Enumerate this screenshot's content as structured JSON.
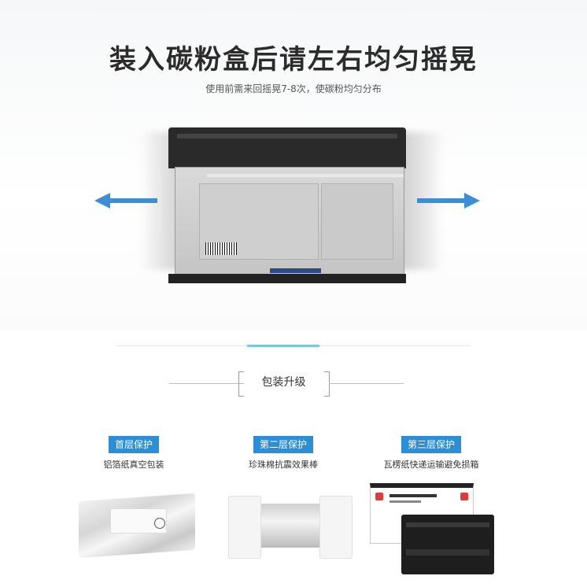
{
  "header": {
    "title": "装入碳粉盒后请左右均匀摇晃",
    "subtitle": "使用前需来回摇晃7-8次，使碳粉均匀分布"
  },
  "packaging": {
    "title": "包装升级",
    "layers": [
      {
        "badge": "首层保护",
        "desc": "铝箔纸真空包装"
      },
      {
        "badge": "第二层保护",
        "desc": "珍珠棉抗震效果棒"
      },
      {
        "badge": "第三层保护",
        "desc": "瓦楞纸快递运输避免损箱"
      }
    ]
  },
  "colors": {
    "accent_blue": "#2b8fd8",
    "arrow_blue": "#3c8fd6",
    "divider_accent": "#79c7dc"
  },
  "icons": {
    "left": "arrow-left-icon",
    "right": "arrow-right-icon"
  }
}
